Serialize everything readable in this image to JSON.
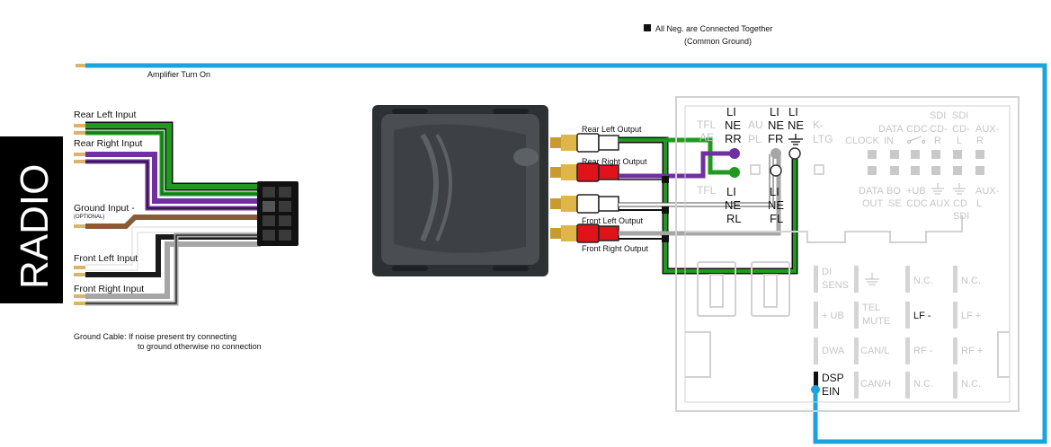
{
  "side_label": "RADIO",
  "notes": {
    "neg_line1": "All Neg. are Connected Together",
    "neg_line2": "(Common Ground)",
    "amp_turn_on": "Amplifier Turn On",
    "ground_cable_line1": "Ground Cable: If noise present try connecting",
    "ground_cable_line2": "to ground otherwise no connection"
  },
  "inputs": {
    "rear_left": "Rear Left Input",
    "rear_right": "Rear Right Input",
    "ground": "Ground Input -",
    "ground_optional": "(OPTIONAL)",
    "front_left": "Front Left Input",
    "front_right": "Front Right Input"
  },
  "outputs": {
    "rear_left": "Rear Left Output",
    "rear_right": "Rear Right Output",
    "front_left": "Front Left Output",
    "front_right": "Front Right Output"
  },
  "connector_top": {
    "tfl_ae_1": "TFL",
    "tfl_ae_2": "AE",
    "au_pl_1": "AU",
    "au_pl_2": "PL",
    "k_ltg_1": "K-",
    "k_ltg_2": "LTG",
    "clock": "CLOCK",
    "data_in_1": "DATA",
    "data_in_2": "IN",
    "cdc": "CDC",
    "sdi_cdr_1": "SDI",
    "sdi_cdr_2": "CD-",
    "sdi_cdr_3": "R",
    "sdi_cdl_1": "SDI",
    "sdi_cdl_2": "CD-",
    "sdi_cdl_3": "L",
    "aux_r_1": "AUX-",
    "aux_r_2": "R",
    "tfl_2": "TFL",
    "data_out_1": "DATA",
    "data_out_2": "OUT",
    "bo_se_1": "BO",
    "bo_se_2": "SE",
    "ub_cdc_1": "+UB",
    "ub_cdc_2": "CDC",
    "gnd_aux": "AUX",
    "gnd_cd": "CD",
    "gnd_sdi": "SDI",
    "aux_l_1": "AUX-",
    "aux_l_2": "L",
    "line_rr_1": "LI",
    "line_rr_2": "NE",
    "line_rr_3": "RR",
    "line_fr_1": "LI",
    "line_fr_2": "NE",
    "line_fr_3": "FR",
    "line_gnd_1": "LI",
    "line_gnd_2": "NE",
    "line_rl_1": "LI",
    "line_rl_2": "NE",
    "line_rl_3": "RL",
    "line_fl_1": "LI",
    "line_fl_2": "NE",
    "line_fl_3": "FL"
  },
  "connector_bottom": {
    "di_sens_1": "DI",
    "di_sens_2": "SENS",
    "nc_1": "N.C.",
    "nc_2": "N.C.",
    "ub": "+ UB",
    "tel_mute_1": "TEL",
    "tel_mute_2": "MUTE",
    "lf_minus": "LF -",
    "lf_plus": "LF +",
    "dwa": "DWA",
    "can_l": "CAN/L",
    "rf_minus": "RF -",
    "rf_plus": "RF +",
    "dsp_ein_1": "DSP",
    "dsp_ein_2": "EIN",
    "can_h": "CAN/H",
    "nc_3": "N.C.",
    "nc_4": "N.C."
  },
  "colors": {
    "blue": "#1aa3dd",
    "green": "#1f9a1f",
    "purple": "#7030a0",
    "brown": "#8a5a36",
    "black": "#1a1a1a",
    "grey": "#a6a6a6",
    "white": "#ffffff",
    "red": "#e0121a",
    "module": "#3a3d40",
    "connector_outline": "#d2d2d2"
  }
}
